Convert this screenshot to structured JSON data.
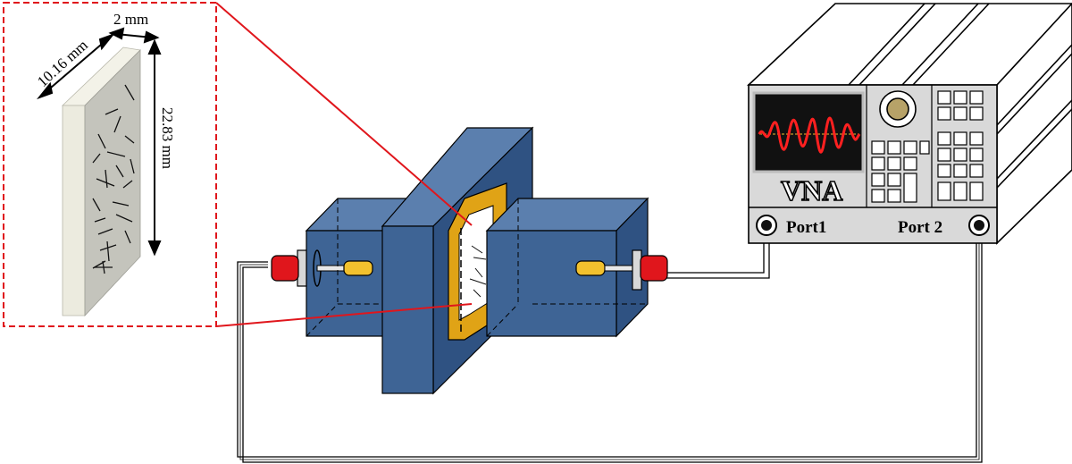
{
  "dimensions": {
    "length": "10.16 mm",
    "thickness": "2 mm",
    "height": "22.83 mm"
  },
  "vna": {
    "title": "VNA",
    "port1": "Port1",
    "port2": "Port 2"
  },
  "colors": {
    "waveguide_front": "#3e6495",
    "waveguide_top": "#5b7fae",
    "waveguide_side": "#2f5282",
    "sample_frame": "#e0a316",
    "connector_red": "#e0161c",
    "pin": "#f2c12e",
    "highlight_line": "#e0161c",
    "vna_body": "#d9d9d9",
    "screen": "#111111",
    "trace": "#ff2020",
    "specimen_front": "#c4c4bc",
    "specimen_edge": "#ecebdf"
  }
}
